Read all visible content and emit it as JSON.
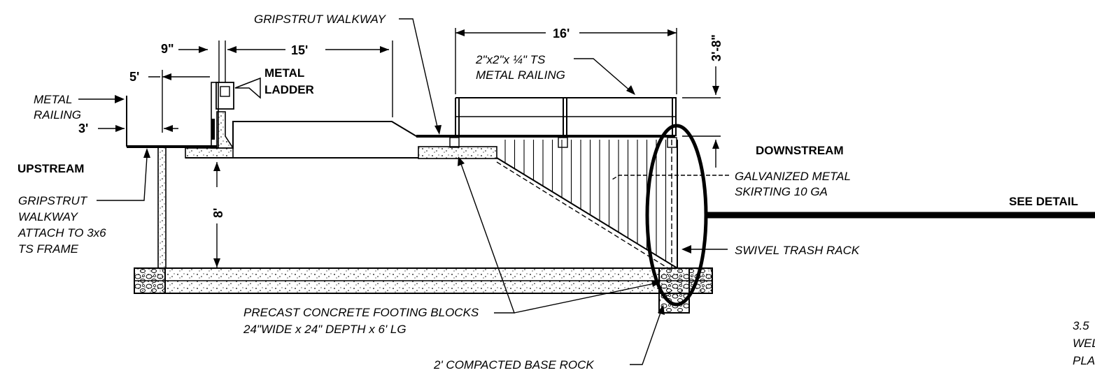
{
  "labels": {
    "gripstrut_walkway_top": "GRIPSTRUT WALKWAY",
    "metal_ladder_1": "METAL",
    "metal_ladder_2": "LADDER",
    "metal_railing_1": "METAL",
    "metal_railing_2": "RAILING",
    "ts_railing_1": "2\"x2\"x ¼\" TS",
    "ts_railing_2": "METAL RAILING",
    "downstream": "DOWNSTREAM",
    "upstream": "UPSTREAM",
    "galvanized_1": "GALVANIZED METAL",
    "galvanized_2": "SKIRTING 10 GA",
    "see_detail": "SEE DETAIL",
    "gripstrut_1": "GRIPSTRUT",
    "gripstrut_2": "WALKWAY",
    "gripstrut_3": "ATTACH TO 3x6",
    "gripstrut_4": "TS FRAME",
    "swivel": "SWIVEL TRASH RACK",
    "footing_1": "PRECAST CONCRETE FOOTING BLOCKS",
    "footing_2": "24\"WIDE x 24\" DEPTH x 6' LG",
    "base_rock": "2' COMPACTED BASE ROCK",
    "cut_1": "3.5",
    "cut_2": "WEL",
    "cut_3": "PLA"
  },
  "dimensions": {
    "d9in": "9\"",
    "d15ft": "15'",
    "d16ft": "16'",
    "d3ft8": "3'-8\"",
    "d5ft": "5'",
    "d3ft": "3'",
    "d8ft": "8'"
  }
}
